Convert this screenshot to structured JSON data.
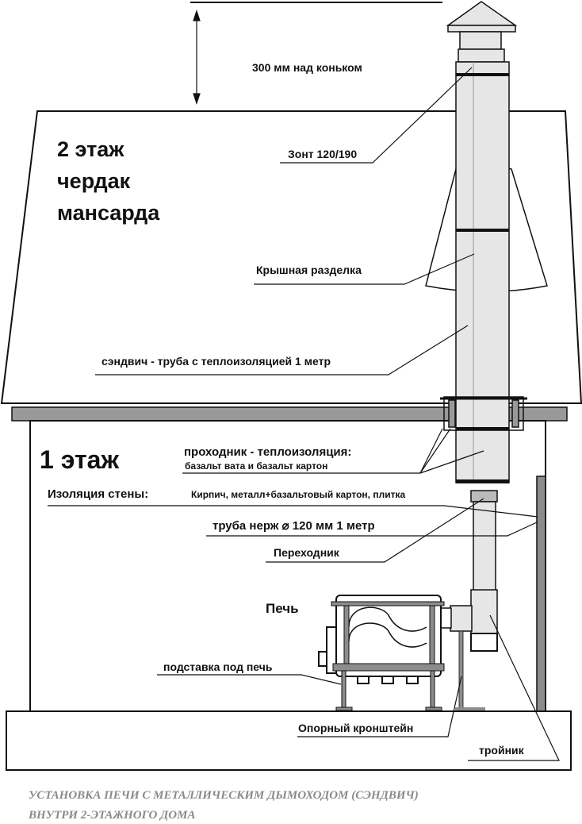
{
  "labels": {
    "height_note": "300 мм над коньком",
    "floor2_line1": "2 этаж",
    "floor2_line2": "чердак",
    "floor2_line3": "мансарда",
    "umbrella": "Зонт 120/190",
    "roof_flashing": "Крышная разделка",
    "sandwich_pipe": "сэндвич - труба с теплоизоляцией 1 метр",
    "floor1": "1 этаж",
    "passage_title": "проходник - теплоизоляция:",
    "passage_detail": "базальт вата и базальт картон",
    "wall_insulation_title": "Изоляция стены:",
    "wall_insulation_detail": "Кирпич, металл+базальтовый картон, плитка",
    "steel_pipe": "труба нерж ⌀ 120 мм 1 метр",
    "adapter": "Переходник",
    "stove": "Печь",
    "stove_stand": "подставка под печь",
    "support_bracket": "Опорный кронштейн",
    "tee": "тройник"
  },
  "caption": {
    "line1": "УСТАНОВКА ПЕЧИ С МЕТАЛЛИЧЕСКИМ ДЫМОХОДОМ (СЭНДВИЧ)",
    "line2": "ВНУТРИ 2-ЭТАЖНОГО ДОМА"
  },
  "colors": {
    "pipe": "#e6e6e6",
    "metal": "#8c8c8c",
    "line": "#111111",
    "caption": "#8a8a8a"
  }
}
